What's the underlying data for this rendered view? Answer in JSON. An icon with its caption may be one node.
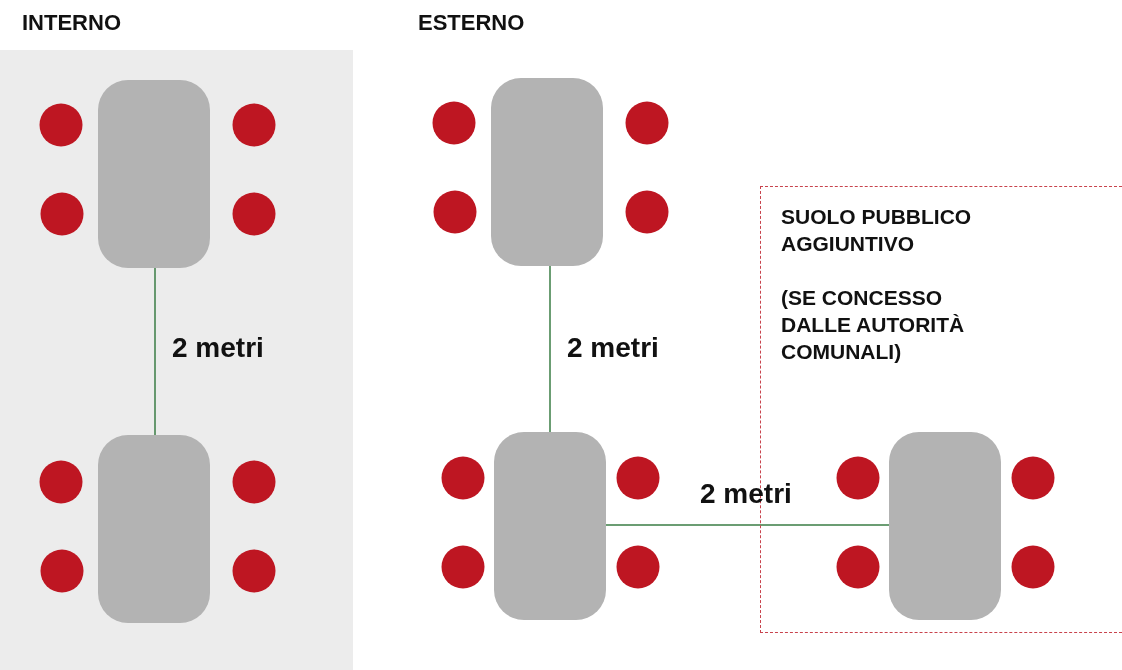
{
  "diagram": {
    "nodes": [
      {
        "text": [
          "INTERNO"
        ]
      },
      {
        "text": [
          "SUOLO PUBBLICO AGGIUNTIVO",
          "(SE CONCESSO DALLE AUTORITÀ COMUNALI)"
        ]
      }
    ],
    "labels": [
      "ESTERNO",
      "2 metri",
      "2 metri",
      "2 metri"
    ]
  }
}
